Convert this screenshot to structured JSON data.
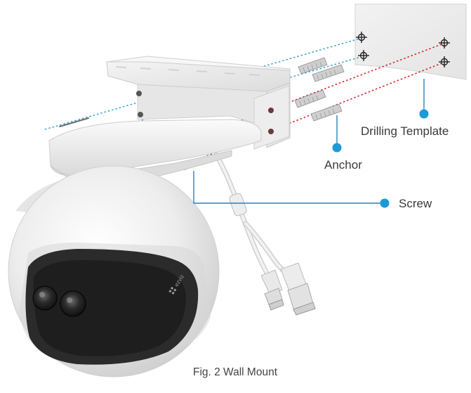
{
  "diagram": {
    "labels": {
      "drilling_template": "Drilling Template",
      "anchor": "Anchor",
      "screw": "Screw"
    },
    "camera_brand": "ezviz",
    "caption": "Fig. 2 Wall Mount"
  },
  "colors": {
    "leader_line": "#2f7fb8",
    "leader_dot": "#1e9ad6",
    "dotted_blue": "#3fa3d6",
    "dotted_red": "#d7262f",
    "camera_body": "#eeeeee",
    "lens_housing": "#2b2b2b"
  }
}
